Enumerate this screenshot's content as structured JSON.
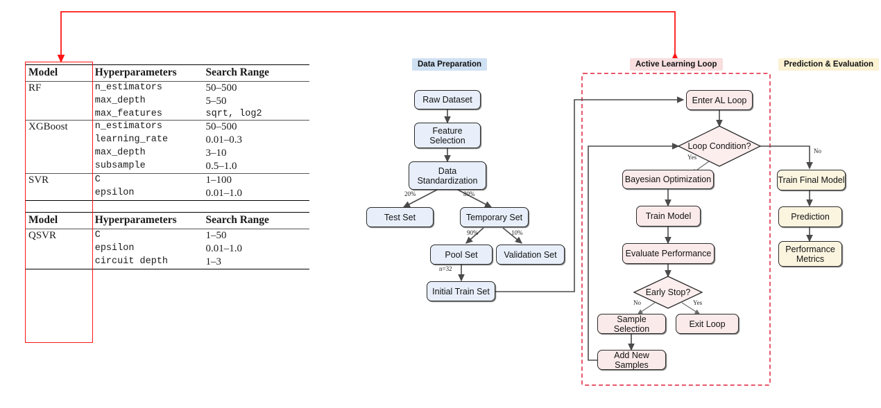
{
  "tables": {
    "table1": {
      "headers": [
        "Model",
        "Hyperparameters",
        "Search Range"
      ],
      "groups": [
        {
          "model": "RF",
          "rows": [
            {
              "param": "n_estimators",
              "range": "50–500"
            },
            {
              "param": "max_depth",
              "range": "5–50"
            },
            {
              "param": "max_features",
              "range": "sqrt, log2"
            }
          ]
        },
        {
          "model": "XGBoost",
          "rows": [
            {
              "param": "n_estimators",
              "range": "50–500"
            },
            {
              "param": "learning_rate",
              "range": "0.01–0.3"
            },
            {
              "param": "max_depth",
              "range": "3–10"
            },
            {
              "param": "subsample",
              "range": "0.5–1.0"
            }
          ]
        },
        {
          "model": "SVR",
          "rows": [
            {
              "param": "C",
              "range": "1–100"
            },
            {
              "param": "epsilon",
              "range": "0.01–1.0"
            }
          ]
        }
      ]
    },
    "table2": {
      "headers": [
        "Model",
        "Hyperparameters",
        "Search Range"
      ],
      "groups": [
        {
          "model": "QSVR",
          "rows": [
            {
              "param": "C",
              "range": "1–50"
            },
            {
              "param": "epsilon",
              "range": "0.01–1.0"
            },
            {
              "param": "circuit depth",
              "range": "1–3"
            }
          ]
        }
      ]
    }
  },
  "sections": [
    {
      "id": "data-preparation",
      "label": "Data Preparation",
      "color": "#cfe0f3"
    },
    {
      "id": "active-learning-loop",
      "label": "Active Learning Loop",
      "color": "#f8dedf"
    },
    {
      "id": "prediction-evaluation",
      "label": "Prediction & Evaluation",
      "color": "#fbf2d3"
    }
  ],
  "nodes": {
    "raw_dataset": "Raw Dataset",
    "feature_selection": "Feature\nSelection",
    "data_standardization": "Data\nStandardization",
    "test_set": "Test Set",
    "temporary_set": "Temporary Set",
    "pool_set": "Pool Set",
    "validation_set": "Validation Set",
    "initial_train_set": "Initial Train Set",
    "enter_al_loop": "Enter AL Loop",
    "loop_condition": "Loop Condition?",
    "bayesian_optimization": "Bayesian Optimization",
    "train_model": "Train Model",
    "evaluate_performance": "Evaluate Performance",
    "early_stop": "Early Stop?",
    "sample_selection": "Sample Selection",
    "exit_loop": "Exit Loop",
    "add_new_samples": "Add New Samples",
    "train_final_model": "Train Final Model",
    "prediction": "Prediction",
    "performance_metrics": "Performance\nMetrics"
  },
  "edge_labels": {
    "split_test": "20%",
    "split_temp": "80%",
    "split_pool": "90%",
    "split_validation": "10%",
    "initial_n": "n=32",
    "loop_yes": "Yes",
    "loop_no": "No",
    "stop_no": "No",
    "stop_yes": "Yes"
  },
  "colors": {
    "prep_fill": "#e8effa",
    "prep_header": "#cfe0f3",
    "al_fill": "#fbeaea",
    "al_header": "#f8dedf",
    "pred_fill": "#fbf5e0",
    "pred_header": "#fbf2d3",
    "decision_fill": "#fdeeee",
    "annotation_red": "#ff1515",
    "dash_border": "#e8566a",
    "wire": "#4a4a4a"
  }
}
